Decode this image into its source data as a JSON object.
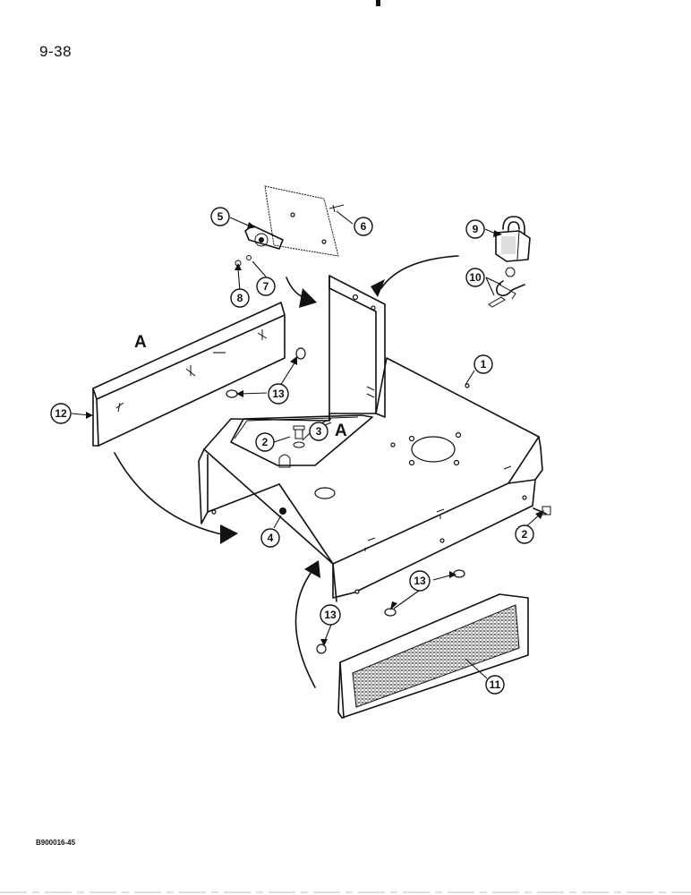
{
  "page": {
    "page_number": "9-38",
    "figure_code": "B900016-45"
  },
  "labels": {
    "detail_a_left": "A",
    "detail_a_center": "A"
  },
  "callouts": {
    "c1": "1",
    "c2a": "2",
    "c2b": "2",
    "c3": "3",
    "c4": "4",
    "c5": "5",
    "c6": "6",
    "c7": "7",
    "c8": "8",
    "c9": "9",
    "c10": "10",
    "c11": "11",
    "c12": "12",
    "c13a": "13",
    "c13b": "13",
    "c13c": "13"
  }
}
